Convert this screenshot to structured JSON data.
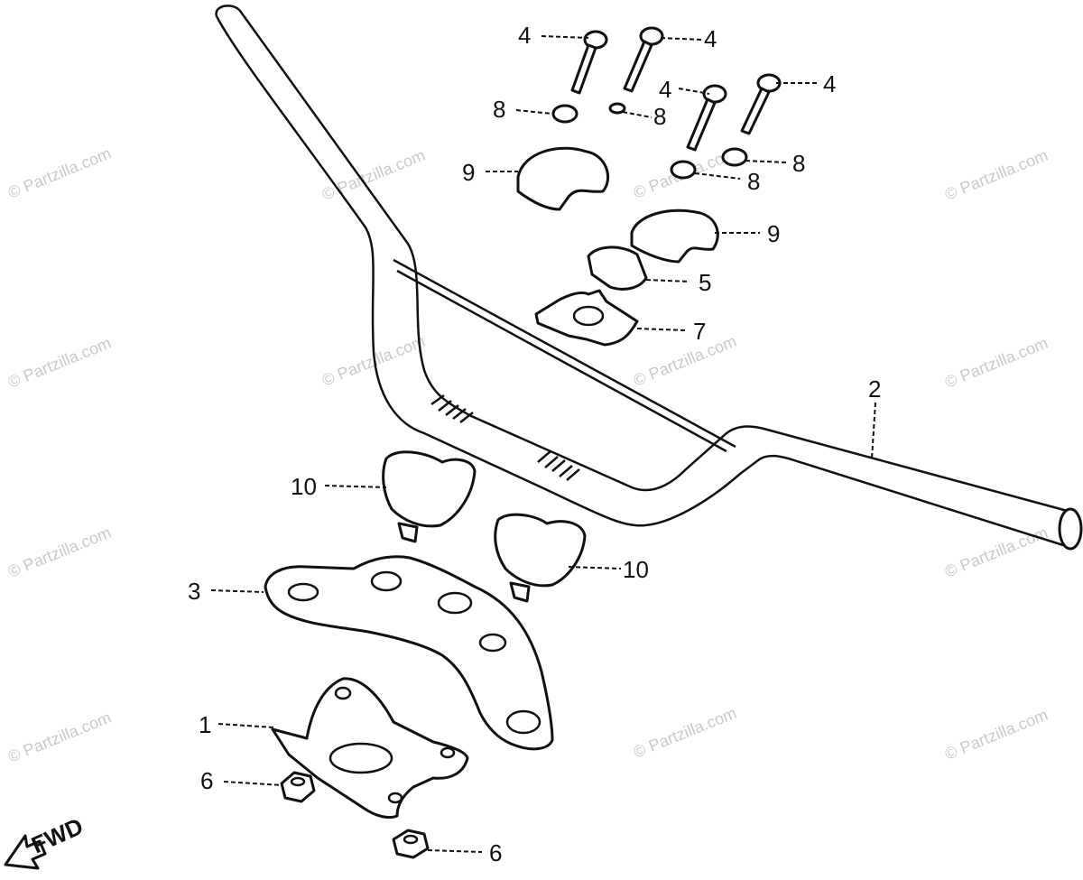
{
  "watermark": "© Partzilla.com",
  "fwd_label": "FWD",
  "callouts": [
    {
      "id": "c-4a",
      "text": "4"
    },
    {
      "id": "c-4b",
      "text": "4"
    },
    {
      "id": "c-4c",
      "text": "4"
    },
    {
      "id": "c-4d",
      "text": "4"
    },
    {
      "id": "c-8a",
      "text": "8"
    },
    {
      "id": "c-8b",
      "text": "8"
    },
    {
      "id": "c-8c",
      "text": "8"
    },
    {
      "id": "c-8d",
      "text": "8"
    },
    {
      "id": "c-9a",
      "text": "9"
    },
    {
      "id": "c-9b",
      "text": "9"
    },
    {
      "id": "c-5",
      "text": "5"
    },
    {
      "id": "c-7",
      "text": "7"
    },
    {
      "id": "c-2",
      "text": "2"
    },
    {
      "id": "c-10a",
      "text": "10"
    },
    {
      "id": "c-10b",
      "text": "10"
    },
    {
      "id": "c-3",
      "text": "3"
    },
    {
      "id": "c-1",
      "text": "1"
    },
    {
      "id": "c-6a",
      "text": "6"
    },
    {
      "id": "c-6b",
      "text": "6"
    }
  ]
}
